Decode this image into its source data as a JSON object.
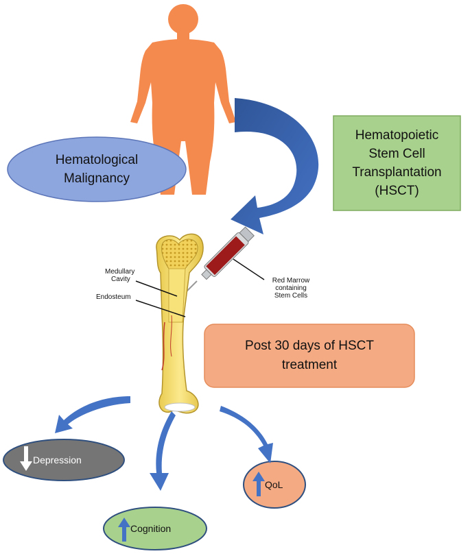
{
  "nodes": {
    "malignancy": {
      "line1": "Hematological",
      "line2": "Malignancy"
    },
    "hsct": {
      "line1": "Hematopoietic",
      "line2": "Stem Cell",
      "line3": "Transplantation",
      "line4": "(HSCT)"
    },
    "post": {
      "line1": "Post 30 days of HSCT",
      "line2": "treatment"
    },
    "depression": {
      "label": "Depression",
      "trend": "down"
    },
    "cognition": {
      "label": "Cognition",
      "trend": "up"
    },
    "qol": {
      "label": "QoL",
      "trend": "up"
    }
  },
  "bone_labels": {
    "medullary_1": "Medullary",
    "medullary_2": "Cavity",
    "endosteum": "Endosteum",
    "marrow_1": "Red Marrow",
    "marrow_2": "containing",
    "marrow_3": "Stem Cells"
  },
  "colors": {
    "person": "#f58a4e",
    "malignancy_fill": "#8ea6de",
    "hsct_fill": "#a9d18e",
    "post_fill": "#f4ab84",
    "depression_fill": "#757575",
    "cognition_fill": "#a9d18e",
    "qol_fill": "#f4ab84",
    "arrow_blue": "#4472c4"
  }
}
